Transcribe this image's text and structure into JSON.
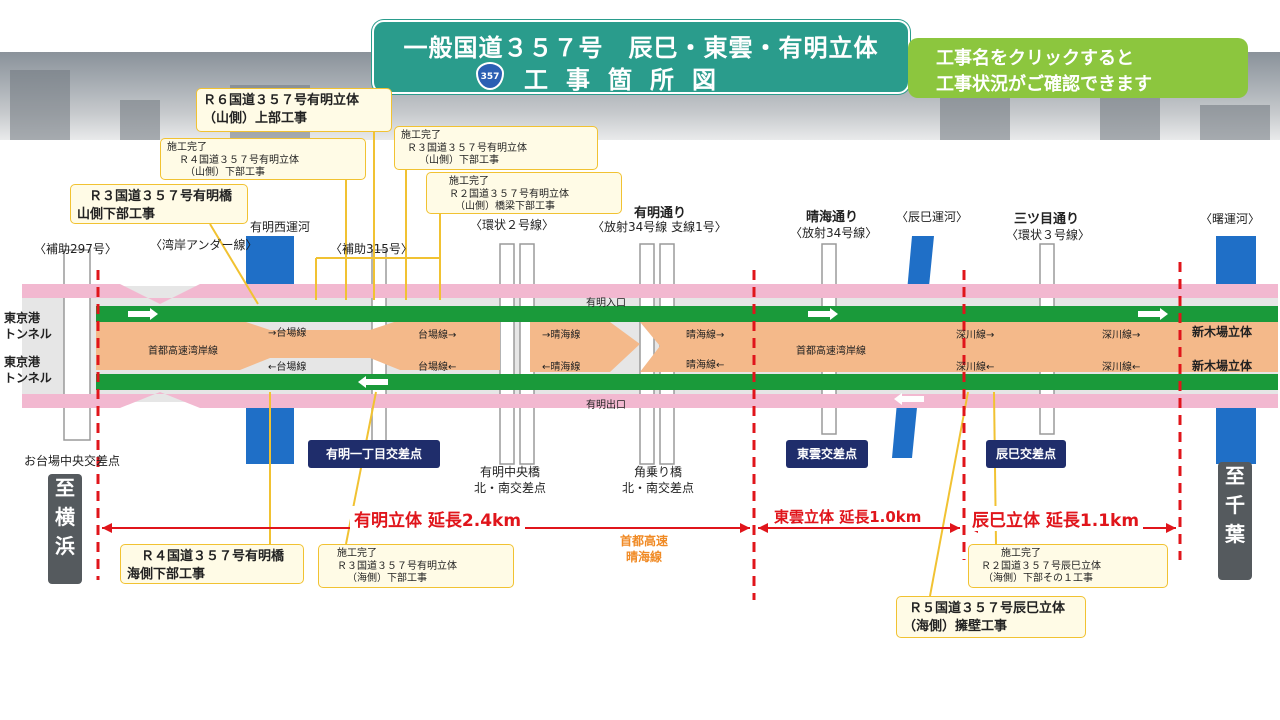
{
  "header": {
    "title_line1": "一般国道３５７号　辰巳・東雲・有明立体",
    "title_line2": "工事箇所図",
    "route_shield": "357",
    "hint_line1": "工事名をクリックすると",
    "hint_line2": "工事状況がご確認できます"
  },
  "callouts": [
    {
      "id": "r6-yama-jobu",
      "title": "Ｒ６国道３５７号有明立体（山側）上部工事",
      "lines": [
        "Ｒ６国道３５７号有明立体",
        "（山側）上部工事"
      ],
      "done": ""
    },
    {
      "id": "r4-yama-kabu",
      "lines": [
        "Ｒ４国道３５７号有明立体",
        "（山側）下部工事"
      ],
      "done": "施工完了"
    },
    {
      "id": "r3-yama-kabu",
      "lines": [
        "Ｒ３国道３５７号有明立体",
        "（山側）下部工事"
      ],
      "done": "施工完了"
    },
    {
      "id": "r2-yama-kyoryo",
      "lines": [
        "Ｒ２国道３５７号有明立体",
        "（山側）橋梁下部工事"
      ],
      "done": "施工完了"
    },
    {
      "id": "r3-ariake-bashi",
      "lines": [
        "Ｒ３国道３５７号有明橋",
        "山側下部工事"
      ],
      "done": ""
    },
    {
      "id": "r4-ariake-bashi-umi",
      "lines": [
        "Ｒ４国道３５７号有明橋",
        "海側下部工事"
      ],
      "done": ""
    },
    {
      "id": "r3-umi-kabu",
      "lines": [
        "Ｒ３国道３５７号有明立体",
        "（海側）下部工事"
      ],
      "done": "施工完了"
    },
    {
      "id": "r2-tatsumi",
      "lines": [
        "Ｒ２国道３５７号辰巳立体",
        "（海側）下部その１工事"
      ],
      "done": "施工完了"
    },
    {
      "id": "r5-tatsumi",
      "lines": [
        "Ｒ５国道３５７号辰巳立体",
        "（海側）擁壁工事"
      ],
      "done": ""
    }
  ],
  "roads": {
    "hojo297": "〈補助297号〉",
    "wangan_under": "〈湾岸アンダー線〉",
    "ariake_nishi_unga": "有明西運河",
    "hojo315": "〈補助315号〉",
    "ariake_dori": "有明通り",
    "kanjo2": "〈環状２号線〉",
    "hoshaa34_shisen1": "〈放射34号線 支線1号〉",
    "harumi_dori": "晴海通り",
    "hosha34": "〈放射34号線〉",
    "tatsumi_unga": "〈辰巳運河〉",
    "mitsume_dori": "三ツ目通り",
    "kanjo3": "〈環状３号線〉",
    "akebono_unga": "〈曙運河〉"
  },
  "lanes": {
    "daiba_up": "→台場線",
    "daiba_down": "←台場線",
    "wangan": "首都高速湾岸線",
    "daiba_up2": "台場線→",
    "daiba_down2": "台場線←",
    "harumi_up": "→晴海線",
    "harumi_down": "←晴海線",
    "harumi_up2": "晴海線→",
    "harumi_down2": "晴海線←",
    "wangan2": "首都高速湾岸線",
    "fukagawa_up": "深川線→",
    "fukagawa_down": "深川線←",
    "fukagawa_up2": "深川線→",
    "fukagawa_down2": "深川線←",
    "ariake_in": "有明入口",
    "ariake_out": "有明出口"
  },
  "tunnels": {
    "left_top": "東京港\nトンネル",
    "left_bottom": "東京港\nトンネル",
    "right_top": "新木場立体",
    "right_bottom": "新木場立体"
  },
  "intersections": {
    "odaiba": "お台場中央交差点",
    "ariake1": "有明一丁目交差点",
    "ariake_chuo": "有明中央橋\n北・南交差点",
    "tsunonori": "角乗り橋\n北・南交差点",
    "shinonome": "東雲交差点",
    "tatsumi": "辰巳交差点"
  },
  "directions": {
    "yokohama": "至\n横\n浜",
    "chiba": "至\n千\n葉"
  },
  "lengths": {
    "ariake": "有明立体 延長2.4km",
    "shinonome": "東雲立体 延長1.0km",
    "tatsumi": "辰巳立体 延長1.1km",
    "shuto": "首都高速\n晴海線"
  },
  "colors": {
    "green": "#1a9a3a",
    "pink": "#f2b8d0",
    "orange": "#f4b98a",
    "teal": "#2a9c8c",
    "red": "#e0151b",
    "navy": "#1f2d6b",
    "blue": "#1f6fc7"
  }
}
